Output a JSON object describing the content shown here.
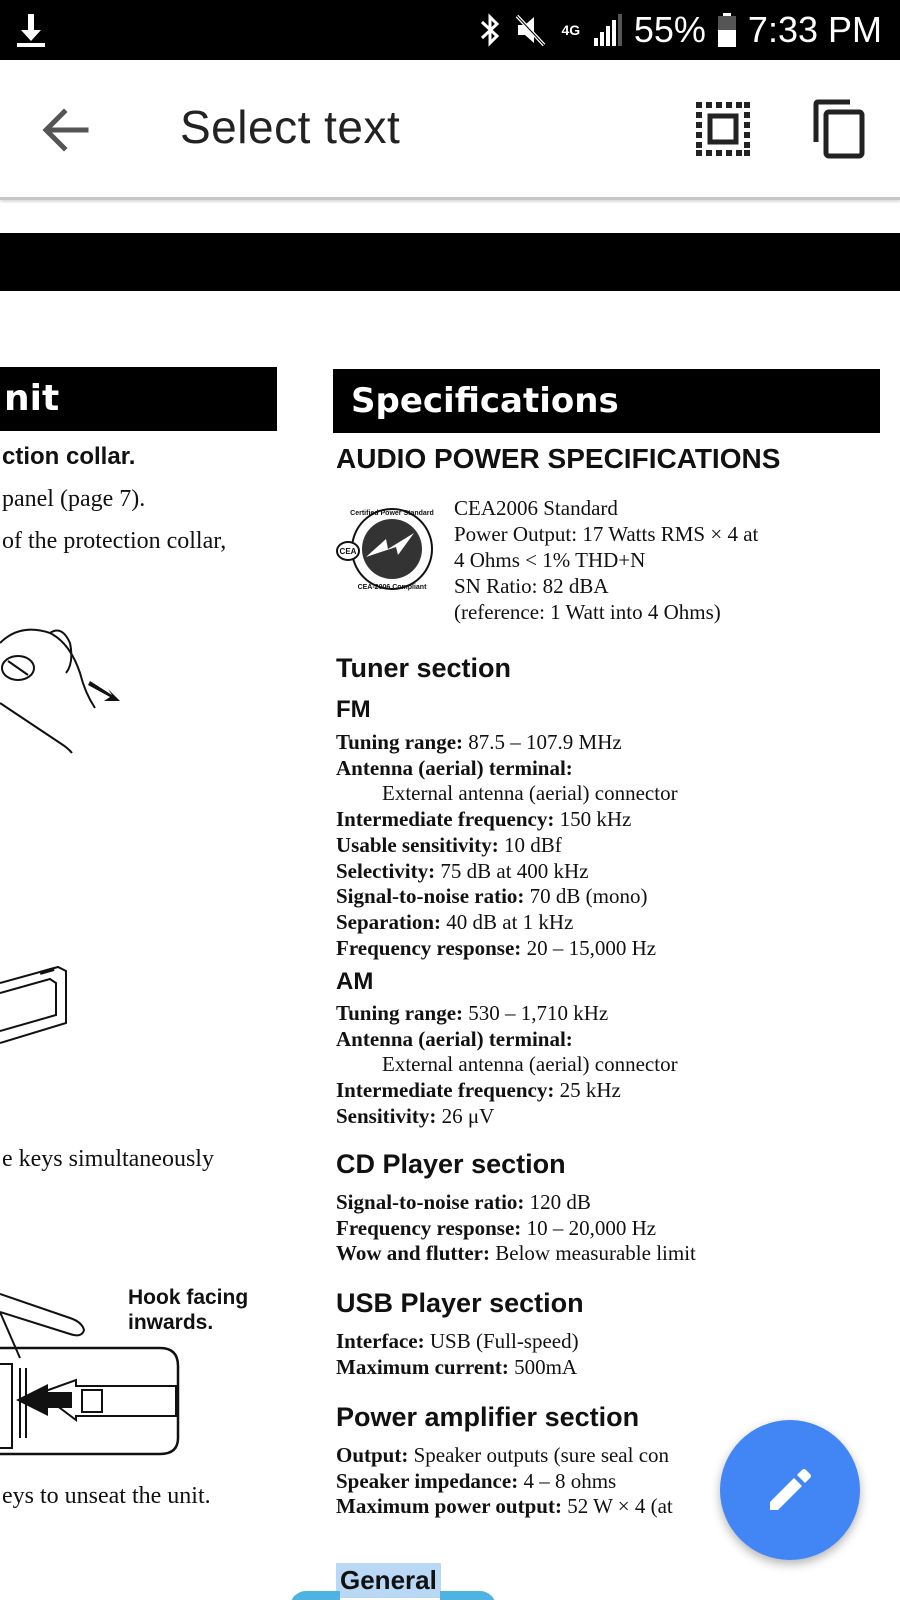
{
  "status_bar": {
    "signal_label": "4G",
    "battery": "55%",
    "time": "7:33 PM"
  },
  "app_bar": {
    "title": "Select text"
  },
  "document": {
    "left_column": {
      "heading": "nit",
      "lines": [
        {
          "text": "ction collar.",
          "bold": true
        },
        {
          "text": "panel (page 7).",
          "bold": false
        },
        {
          "text": "of the protection collar,",
          "bold": false
        },
        {
          "text": "e keys simultaneously",
          "bold": false
        },
        {
          "text": "eys to unseat the unit.",
          "bold": false
        }
      ],
      "hook_label_1": "Hook facing",
      "hook_label_2": "inwards."
    },
    "specifications": {
      "heading": "Specifications",
      "audio_power_heading": "AUDIO POWER SPECIFICATIONS",
      "cea_logo_top_text": "Certified Power Standard",
      "cea_logo_bottom_text": "CEA-2006 Compliant",
      "cea_logo_center": "CEA",
      "cea_lines": [
        "CEA2006 Standard",
        "Power Output: 17 Watts RMS × 4 at",
        "4 Ohms < 1% THD+N",
        "SN Ratio: 82 dBA",
        "(reference: 1 Watt into 4 Ohms)"
      ],
      "tuner_heading": "Tuner section",
      "fm_heading": "FM",
      "fm_rows": [
        {
          "label": "Tuning range:",
          "value": " 87.5 – 107.9 MHz"
        },
        {
          "label": "Antenna (aerial) terminal:",
          "value": ""
        },
        {
          "label": "",
          "value": "External antenna (aerial) connector",
          "indent": true
        },
        {
          "label": "Intermediate frequency:",
          "value": " 150 kHz"
        },
        {
          "label": "Usable sensitivity:",
          "value": " 10 dBf"
        },
        {
          "label": "Selectivity:",
          "value": " 75 dB at 400 kHz"
        },
        {
          "label": "Signal-to-noise ratio:",
          "value": " 70 dB (mono)"
        },
        {
          "label": "Separation:",
          "value": " 40 dB at 1 kHz"
        },
        {
          "label": "Frequency response:",
          "value": " 20 – 15,000 Hz"
        }
      ],
      "am_heading": "AM",
      "am_rows": [
        {
          "label": "Tuning range:",
          "value": " 530 – 1,710 kHz"
        },
        {
          "label": "Antenna (aerial) terminal:",
          "value": ""
        },
        {
          "label": "",
          "value": "External antenna (aerial) connector",
          "indent": true
        },
        {
          "label": "Intermediate frequency:",
          "value": " 25 kHz"
        },
        {
          "label": "Sensitivity:",
          "value": " 26 μV"
        }
      ],
      "cd_heading": "CD Player section",
      "cd_rows": [
        {
          "label": "Signal-to-noise ratio:",
          "value": " 120 dB"
        },
        {
          "label": "Frequency response:",
          "value": " 10 – 20,000 Hz"
        },
        {
          "label": "Wow and flutter:",
          "value": " Below measurable limit"
        }
      ],
      "usb_heading": "USB Player section",
      "usb_rows": [
        {
          "label": "Interface:",
          "value": " USB (Full-speed)"
        },
        {
          "label": "Maximum current:",
          "value": " 500mA"
        }
      ],
      "amp_heading": "Power amplifier section",
      "amp_rows": [
        {
          "label": "Output:",
          "value": " Speaker outputs (sure seal con"
        },
        {
          "label": "Speaker impedance:",
          "value": " 4 – 8 ohms"
        },
        {
          "label": "Maximum power output:",
          "value": " 52 W × 4 (at"
        }
      ],
      "general_heading": "General"
    }
  }
}
